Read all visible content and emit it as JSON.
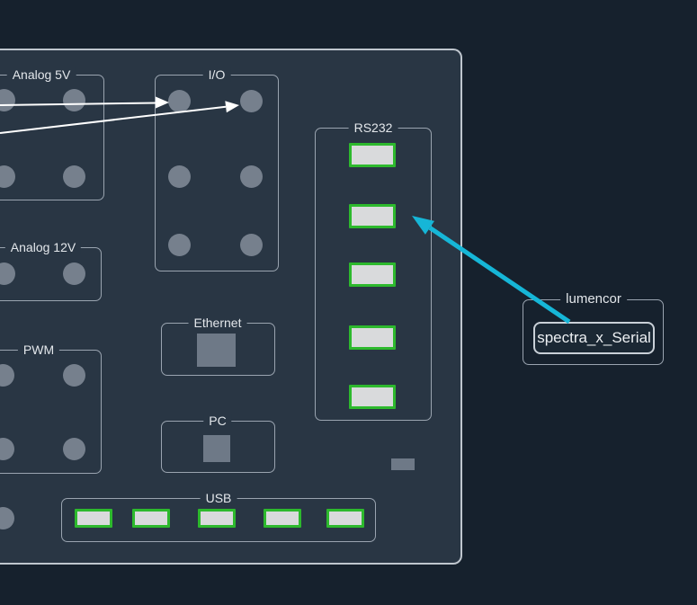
{
  "window": {
    "description": "Hardware port-mapping view: controller board with port groups and a lumencor serial device connected to an RS232 port"
  },
  "colors": {
    "canvas_bg": "#16212d",
    "board_bg": "#293644",
    "board_border": "#bfc6ce",
    "group_border": "#9aa4b0",
    "label_text": "#e3e7eb",
    "port_circle": "#76808d",
    "jack_gray": "#6e7987",
    "connector_green": "#2db92d",
    "connector_fill": "#d9dadc",
    "connection_arrow_cyan": "#16b6d7",
    "signal_arrow_white": "#ffffff",
    "node_bg": "#1b2834",
    "node_border": "#c9d0d7"
  },
  "board": {
    "groups": {
      "analog5v": {
        "label": "Analog 5V",
        "ports": 4
      },
      "io": {
        "label": "I/O",
        "ports": 6
      },
      "analog12v": {
        "label": "Analog 12V",
        "ports": 2
      },
      "pwm": {
        "label": "PWM",
        "ports": 4
      },
      "ethernet": {
        "label": "Ethernet",
        "ports": 1
      },
      "pc": {
        "label": "PC",
        "ports": 1
      },
      "rs232": {
        "label": "RS232",
        "ports": 5
      },
      "usb": {
        "label": "USB",
        "ports": 5
      }
    }
  },
  "device_group": {
    "label": "lumencor",
    "node": {
      "label": "spectra_x_Serial"
    }
  },
  "connection": {
    "from": "spectra_x_Serial",
    "to": "RS232 port 2"
  }
}
